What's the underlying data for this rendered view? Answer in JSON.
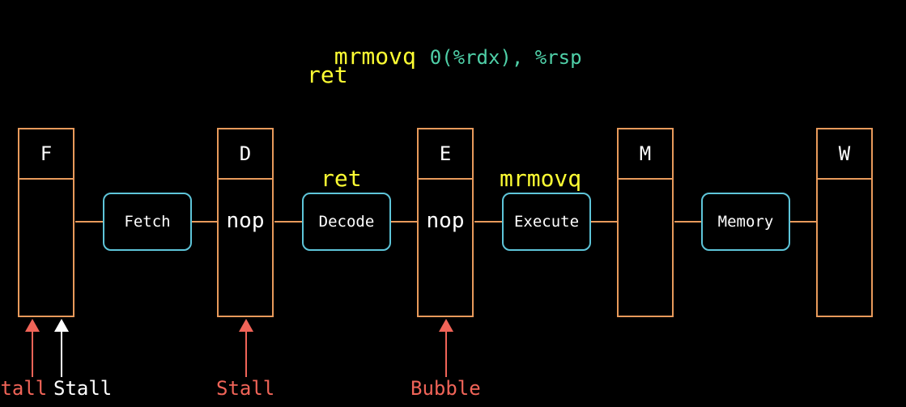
{
  "code": {
    "line1_instr": "mrmovq",
    "line1_operands": "0(%rdx), %rsp",
    "line2_instr": "ret"
  },
  "registers": {
    "F": {
      "label": "F",
      "content": ""
    },
    "D": {
      "label": "D",
      "content": "nop"
    },
    "E": {
      "label": "E",
      "content": "nop"
    },
    "M": {
      "label": "M",
      "content": ""
    },
    "W": {
      "label": "W",
      "content": ""
    }
  },
  "stages": {
    "fetch": "Fetch",
    "decode": "Decode",
    "execute": "Execute",
    "memory": "Memory"
  },
  "in_flight": {
    "decode": "ret",
    "execute": "mrmovq"
  },
  "signals": {
    "f_stall_red": "Stall",
    "f_stall_white": "Stall",
    "d_stall": "Stall",
    "e_bubble": "Bubble"
  },
  "colors": {
    "register": "#e89a5b",
    "stage": "#5ec5d9",
    "instruction": "#ffff33",
    "operands": "#4fd0a8",
    "signal_red": "#f06458",
    "signal_white": "#ffffff"
  }
}
